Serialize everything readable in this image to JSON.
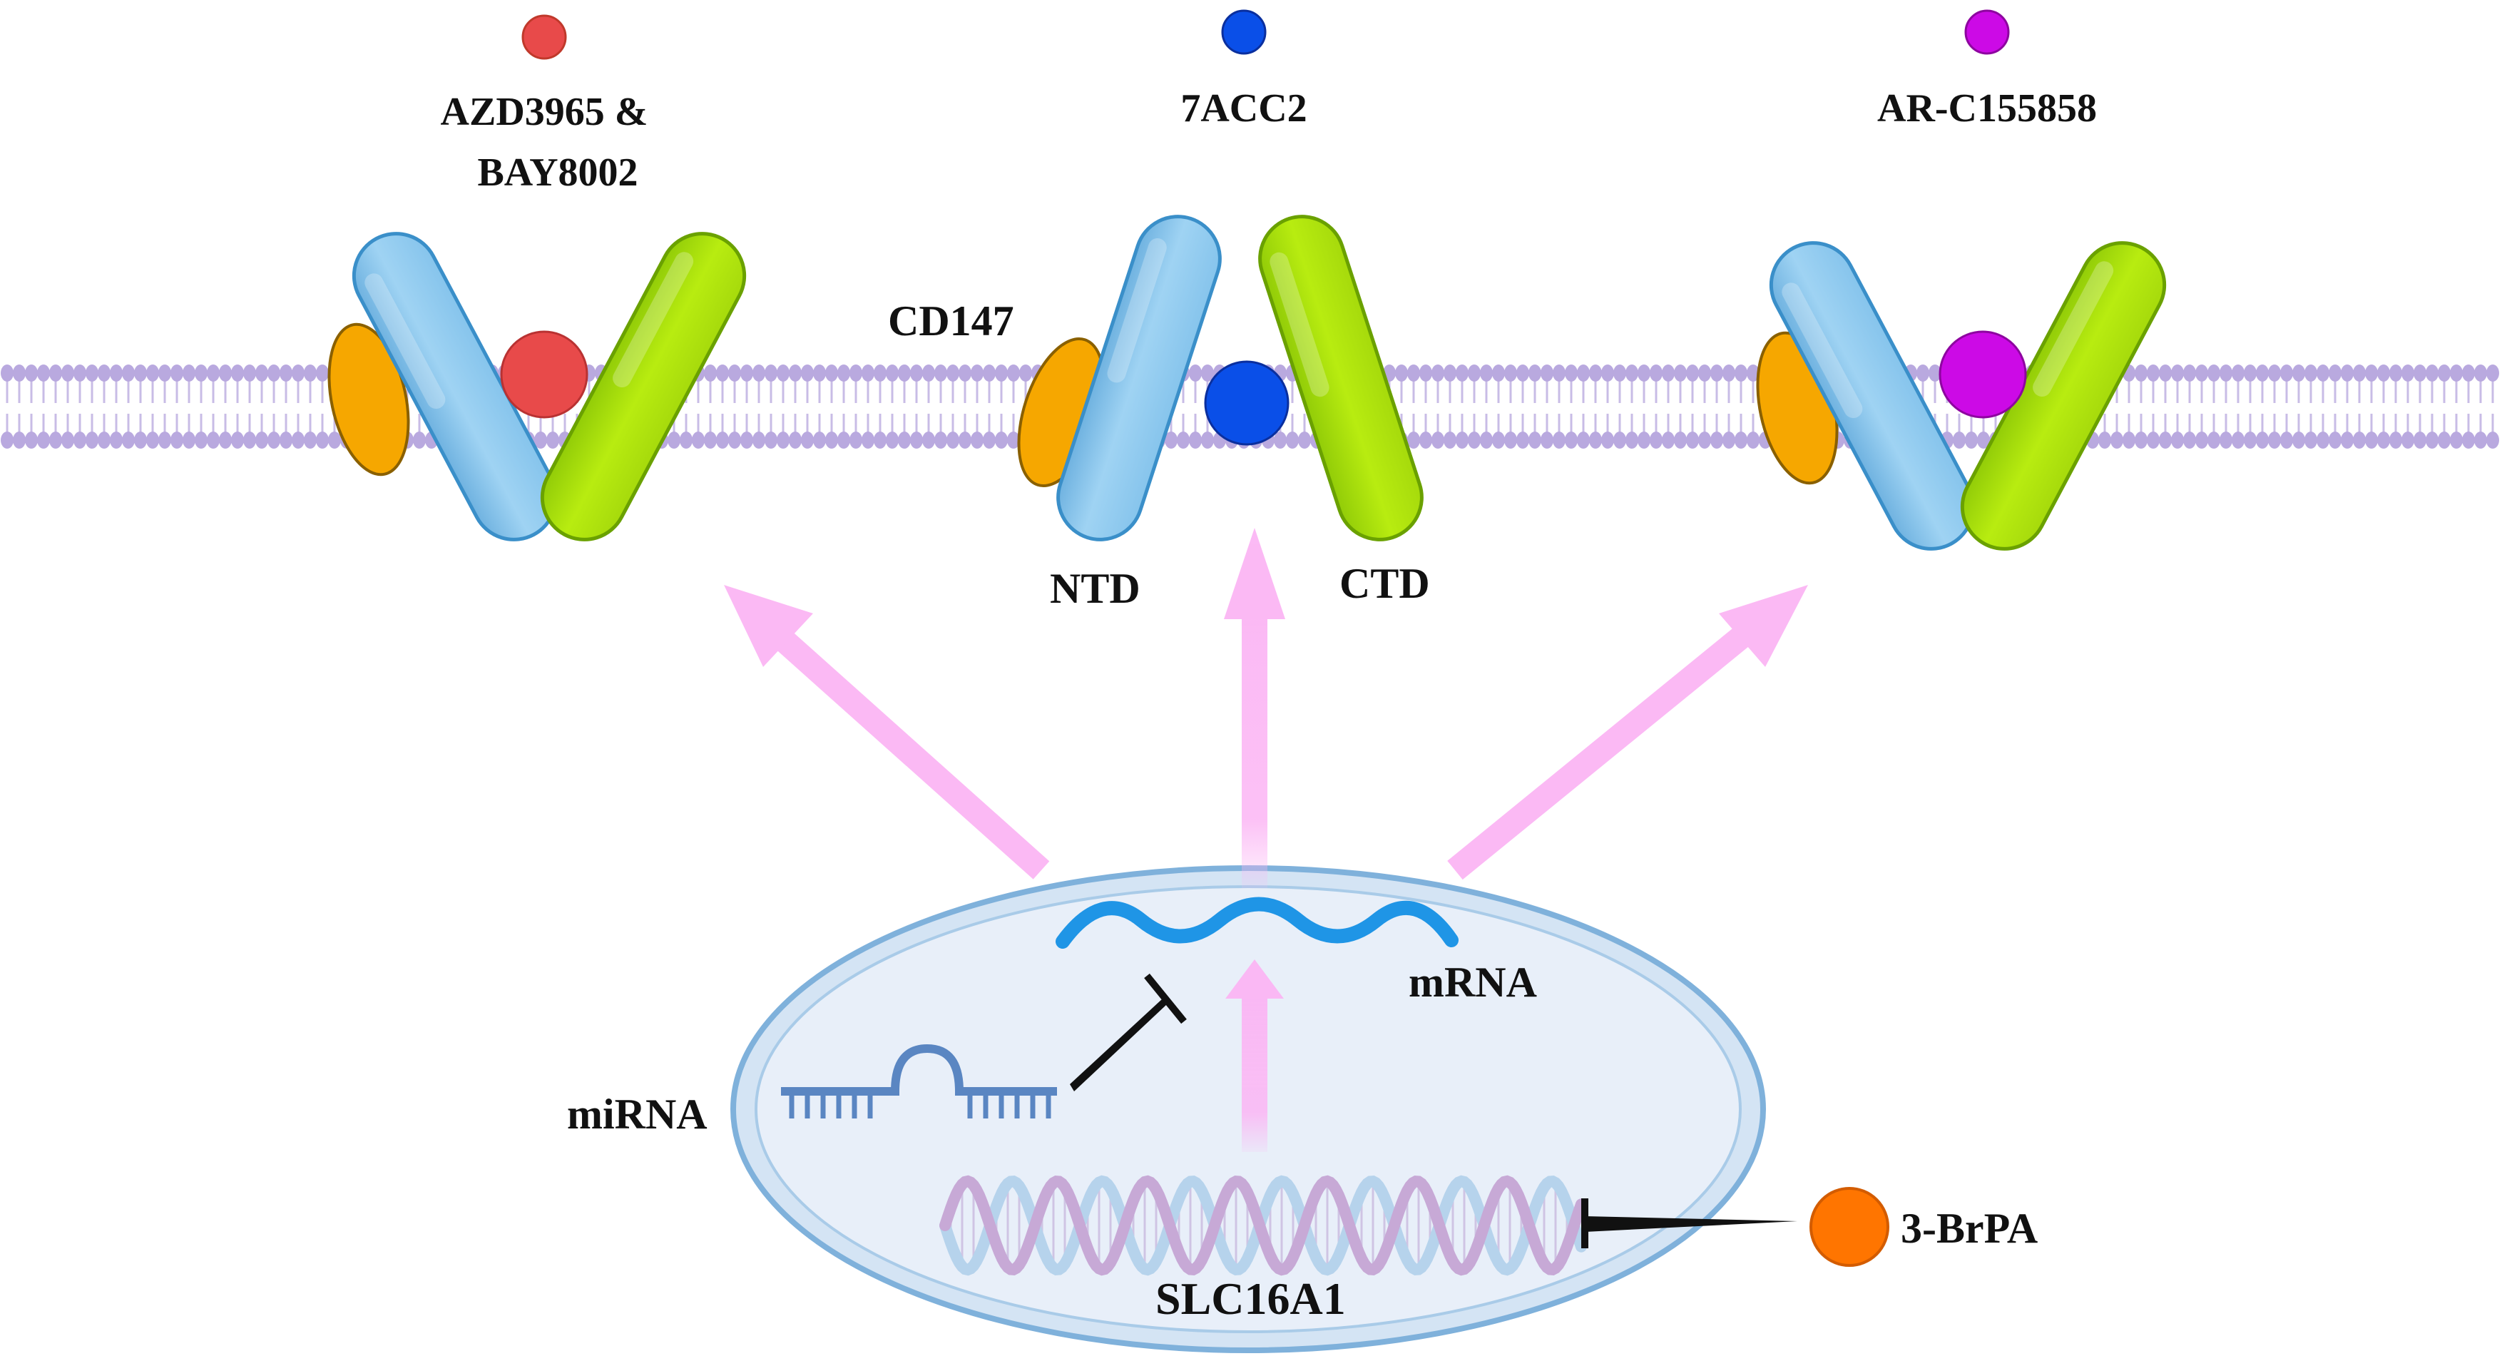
{
  "drugs": [
    {
      "line1": "AZD3965 &",
      "line2": "BAY8002",
      "color": "#e84a4a"
    },
    {
      "line1": "7ACC2",
      "color": "#0a4fe8"
    },
    {
      "line1": "AR-C155858",
      "color": "#cc0ae6"
    }
  ],
  "labels": {
    "cd147": "CD147",
    "ntd": "NTD",
    "ctd": "CTD",
    "mrna": "mRNA",
    "mirna": "miRNA",
    "gene": "SLC16A1",
    "brpa": "3-BrPA"
  },
  "colors": {
    "membrane": "#b9a9df",
    "ntd": "#93cdf0",
    "ctd": "#b3e60f",
    "cd147": "#f6a700",
    "nucleus": "#e6eef8",
    "nucleus_border": "#7fb1db",
    "arrow": "#fbb6f4",
    "mrna": "#1f95e6",
    "mirna": "#5a86c2",
    "brpa": "#ff7500",
    "dna_a": "#b6d3ec",
    "dna_b": "#c7a9d6"
  }
}
